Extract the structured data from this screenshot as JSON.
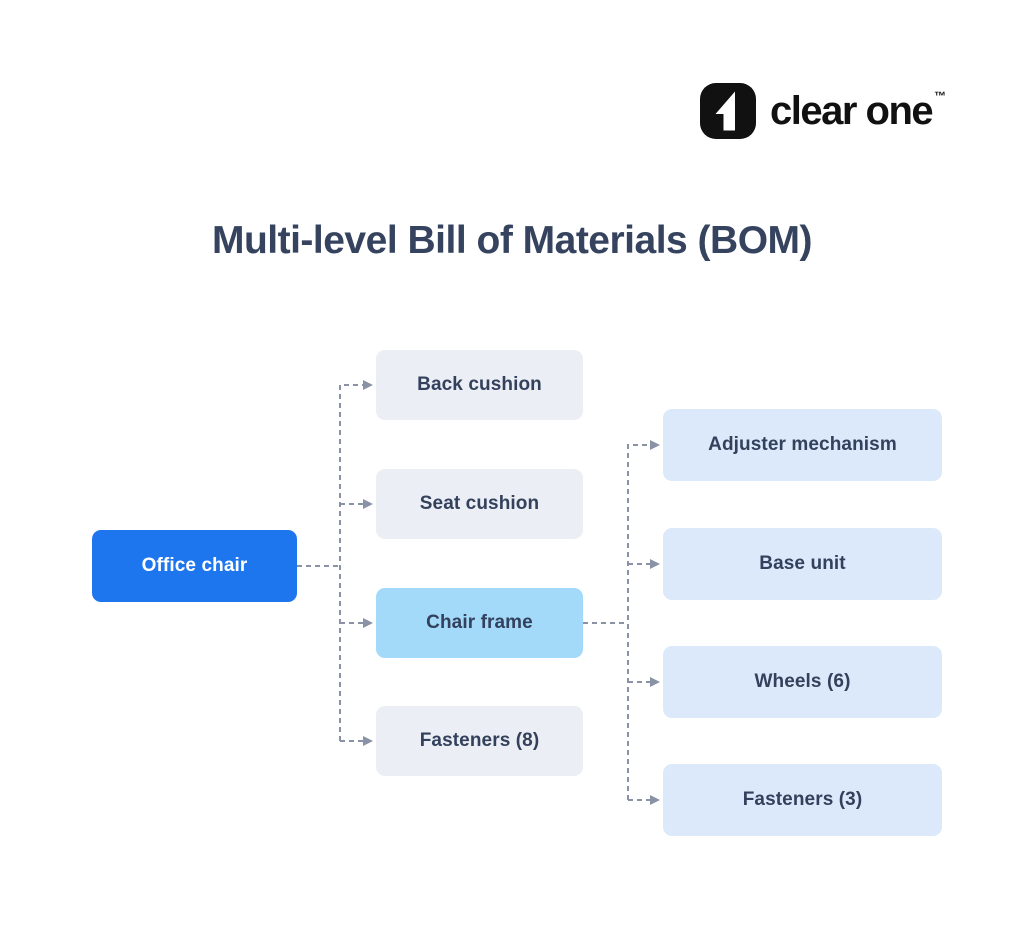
{
  "brand": {
    "wordmark": "clear one",
    "trademark": "™",
    "icon": "one-logo-icon"
  },
  "title": "Multi-level Bill of Materials (BOM)",
  "colors": {
    "background": "#FFFFFF",
    "root_box": "#1E76EE",
    "root_text": "#FFFFFF",
    "highlight_box": "#A3D9F9",
    "level2_box": "#EBEEF5",
    "level3_box": "#DBE9FA",
    "node_text": "#33415C",
    "title_text": "#36435F",
    "connector": "#8A93A6",
    "logo": "#111111"
  },
  "diagram": {
    "root": {
      "label": "Office chair"
    },
    "level2": [
      {
        "label": "Back cushion",
        "highlighted": false
      },
      {
        "label": "Seat cushion",
        "highlighted": false
      },
      {
        "label": "Chair frame",
        "highlighted": true
      },
      {
        "label": "Fasteners (8)",
        "highlighted": false
      }
    ],
    "level3": [
      {
        "label": "Adjuster mechanism",
        "parent": "Chair frame"
      },
      {
        "label": "Base unit",
        "parent": "Chair frame"
      },
      {
        "label": "Wheels (6)",
        "parent": "Chair frame"
      },
      {
        "label": "Fasteners (3)",
        "parent": "Chair frame"
      }
    ]
  }
}
